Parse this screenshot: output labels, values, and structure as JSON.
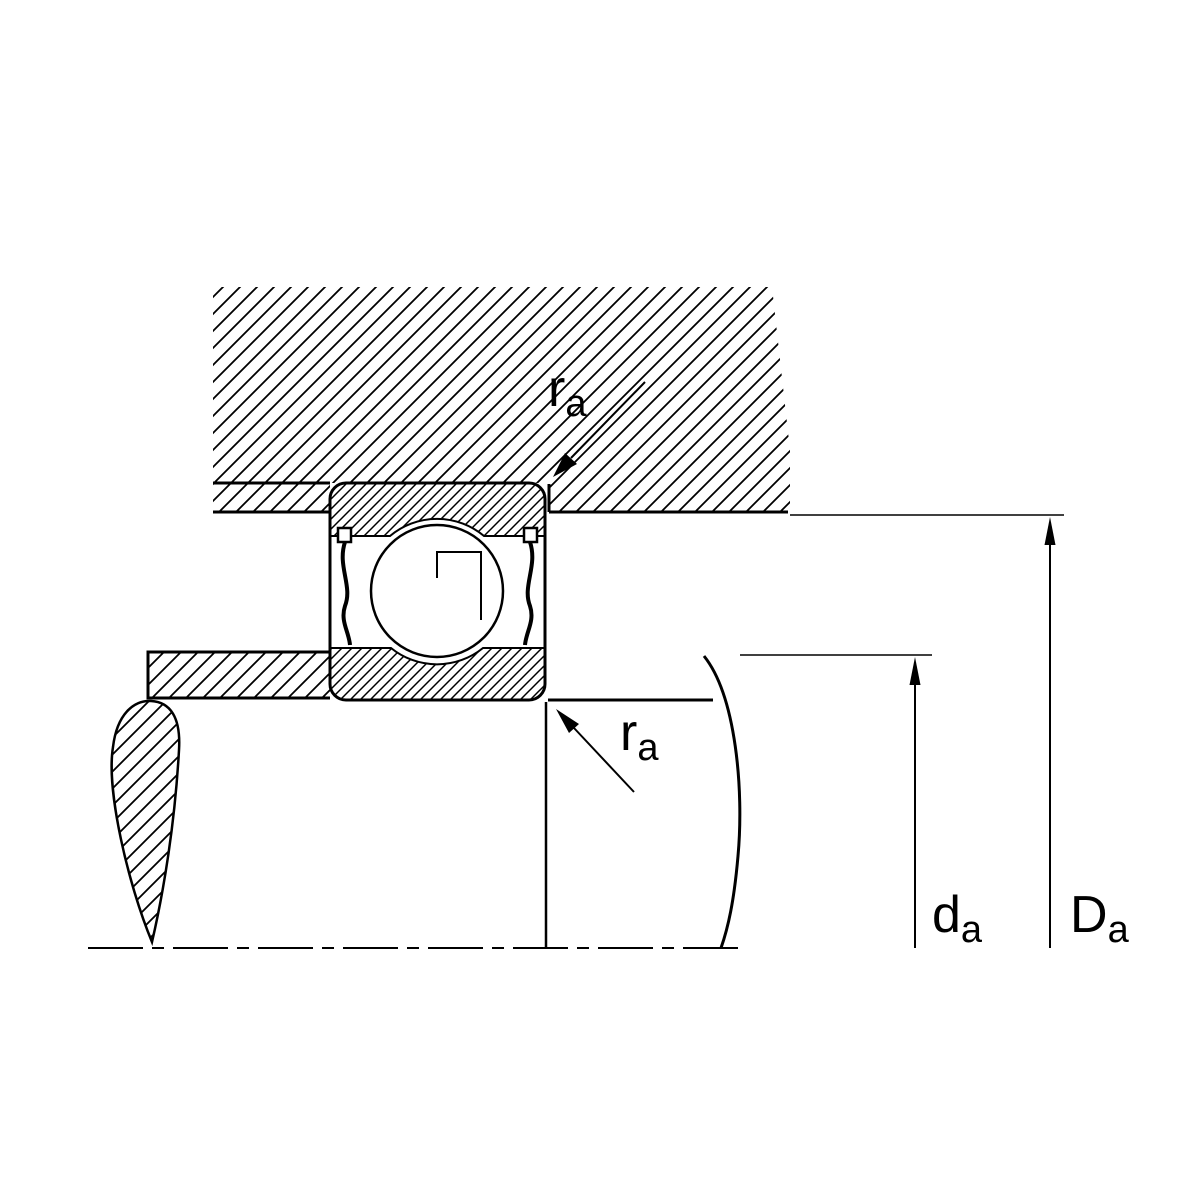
{
  "figure": {
    "labels": {
      "fillet_top": {
        "main": "r",
        "sub": "a"
      },
      "fillet_bottom": {
        "main": "r",
        "sub": "a"
      },
      "shaft_abutment": {
        "main": "d",
        "sub": "a"
      },
      "housing_abutment": {
        "main": "D",
        "sub": "a"
      }
    },
    "colors": {
      "ink": "#000000",
      "background": "#ffffff"
    }
  }
}
